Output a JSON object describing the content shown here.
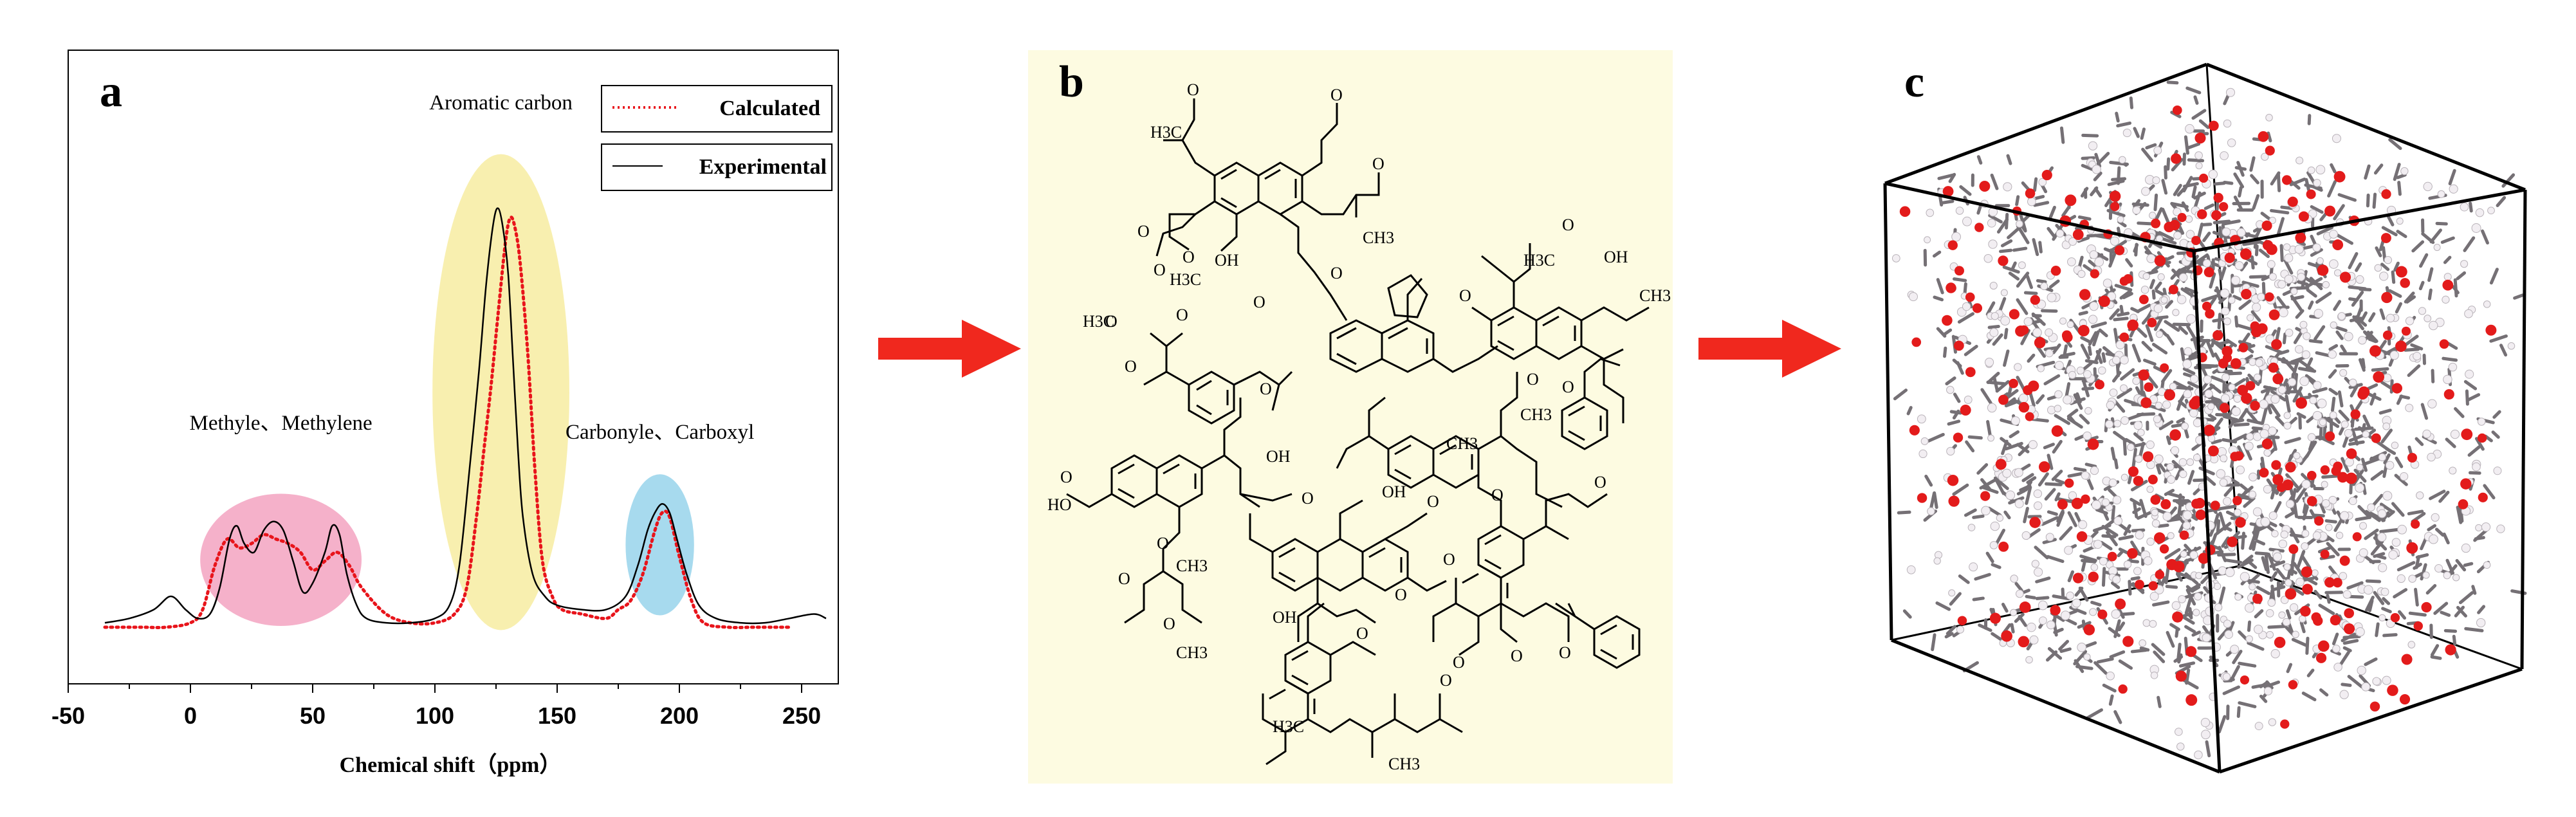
{
  "panels": {
    "a": "a",
    "b": "b",
    "c": "c"
  },
  "chart_data": {
    "type": "line",
    "title": "",
    "xlabel": "Chemical shift（ppm）",
    "ylabel": "",
    "xlim": [
      -50,
      265
    ],
    "ylim": [
      0,
      1.0
    ],
    "xticks": [
      -50,
      0,
      50,
      100,
      150,
      200,
      250
    ],
    "grid": false,
    "legend": {
      "placement": "top-right",
      "entries": [
        "Calculated",
        "Experimental"
      ]
    },
    "series": [
      {
        "name": "Calculated",
        "style": "dotted",
        "color": "#e8141b",
        "x": [
          -35,
          -20,
          -10,
          0,
          5,
          10,
          15,
          20,
          25,
          30,
          35,
          40,
          45,
          50,
          55,
          60,
          65,
          70,
          80,
          90,
          100,
          108,
          113,
          117,
          120,
          123,
          126,
          129,
          131,
          133,
          135,
          138,
          141,
          144,
          148,
          152,
          160,
          170,
          175,
          180,
          185,
          190,
          193,
          196,
          200,
          205,
          210,
          220,
          230,
          240,
          245
        ],
        "y": [
          0.0,
          0.0,
          0.0,
          0.01,
          0.04,
          0.14,
          0.2,
          0.18,
          0.19,
          0.21,
          0.2,
          0.19,
          0.17,
          0.13,
          0.15,
          0.17,
          0.14,
          0.09,
          0.03,
          0.01,
          0.01,
          0.03,
          0.09,
          0.25,
          0.4,
          0.55,
          0.72,
          0.88,
          0.93,
          0.9,
          0.82,
          0.62,
          0.35,
          0.15,
          0.07,
          0.04,
          0.03,
          0.02,
          0.04,
          0.06,
          0.12,
          0.22,
          0.26,
          0.25,
          0.16,
          0.06,
          0.01,
          0.0,
          0.0,
          0.0,
          0.0
        ]
      },
      {
        "name": "Experimental",
        "style": "solid",
        "color": "#000000",
        "x": [
          -35,
          -25,
          -15,
          -8,
          -2,
          3,
          8,
          12,
          16,
          19,
          22,
          26,
          30,
          34,
          38,
          42,
          46,
          50,
          55,
          58,
          61,
          64,
          68,
          72,
          80,
          90,
          100,
          106,
          110,
          114,
          118,
          121,
          124,
          126,
          128,
          130,
          132,
          134,
          136,
          140,
          145,
          150,
          160,
          170,
          178,
          183,
          187,
          190,
          193,
          196,
          199,
          203,
          208,
          215,
          225,
          235,
          245,
          255,
          260
        ],
        "y": [
          0.01,
          0.02,
          0.04,
          0.07,
          0.04,
          0.02,
          0.03,
          0.09,
          0.2,
          0.23,
          0.19,
          0.17,
          0.22,
          0.24,
          0.22,
          0.15,
          0.08,
          0.1,
          0.17,
          0.23,
          0.21,
          0.12,
          0.05,
          0.02,
          0.01,
          0.01,
          0.02,
          0.05,
          0.14,
          0.35,
          0.58,
          0.78,
          0.92,
          0.95,
          0.9,
          0.8,
          0.6,
          0.4,
          0.25,
          0.12,
          0.07,
          0.05,
          0.04,
          0.04,
          0.07,
          0.14,
          0.22,
          0.26,
          0.28,
          0.26,
          0.2,
          0.12,
          0.05,
          0.02,
          0.01,
          0.01,
          0.02,
          0.03,
          0.02
        ]
      }
    ],
    "annotations": [
      {
        "label": "Aromatic carbon",
        "x": 127,
        "y": 0.97,
        "rx": 28,
        "ry": 0.54,
        "color": "#f7eda6"
      },
      {
        "label": "Methyle、Methylene",
        "x": 37,
        "y": 0.18,
        "rx": 33,
        "ry": 0.15,
        "color": "#f4a9c4"
      },
      {
        "label": "Carbonyle、Carboxyl",
        "x": 192,
        "y": 0.22,
        "rx": 14,
        "ry": 0.16,
        "color": "#9dd6ec"
      }
    ]
  },
  "molecule": {
    "labels": [
      "H3C",
      "O",
      "O",
      "O",
      "O",
      "O",
      "O",
      "OH",
      "H3C",
      "CH3",
      "O",
      "OH",
      "H3C",
      "CH3",
      "O",
      "H3C",
      "O",
      "O",
      "O",
      "O",
      "O",
      "O",
      "O",
      "CH3",
      "O",
      "HO",
      "O",
      "O",
      "OH",
      "CH3",
      "O",
      "OH",
      "O",
      "O",
      "CH3",
      "O",
      "O",
      "CH3",
      "OH",
      "O",
      "O",
      "O",
      "O",
      "O",
      "O",
      "O",
      "H3C",
      "CH3",
      "O"
    ]
  },
  "colors": {
    "arrow": "#f0281e",
    "panel_b_bg": "#fdfbe1",
    "atom_oxygen": "#e31b1b",
    "atom_carbon": "#757075",
    "atom_hydrogen": "#f2eef2"
  }
}
